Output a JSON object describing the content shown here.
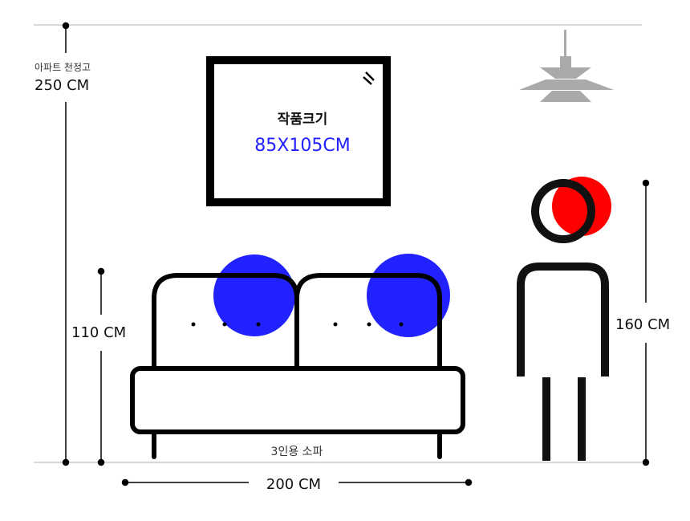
{
  "ceiling": {
    "caption": "아파트 천정고",
    "height": "250 CM"
  },
  "artwork": {
    "title": "작품크기",
    "size": "85X105CM"
  },
  "sofa": {
    "height": "110 CM",
    "width": "200 CM",
    "caption": "3인용 소파"
  },
  "person": {
    "height": "160 CM"
  },
  "colors": {
    "accent_blue": "#2222ff",
    "accent_red": "#ff0000",
    "line": "#111111",
    "guide": "#b0b0b0",
    "lamp": "#aaaaaa"
  },
  "icons": [
    "pendant-lamp-icon",
    "picture-frame-icon",
    "sofa-icon",
    "person-icon"
  ]
}
